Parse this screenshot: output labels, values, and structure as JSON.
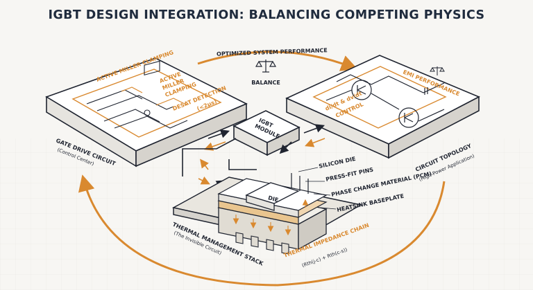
{
  "title": "IGBT DESIGN INTEGRATION: BALANCING COMPETING PHYSICS",
  "top_arc": {
    "label": "OPTIMIZED SYSTEM PERFORMANCE",
    "balance": "BALANCE"
  },
  "gate_drive": {
    "panel_top_label": "ACTIVE MILLER CLAMPING",
    "inner_label_line1": "ACTIVE",
    "inner_label_line2": "MILLER",
    "inner_label_line3": "CLAMPING",
    "desat_line1": "DESAT DETECTION",
    "desat_line2": "(<2µs)",
    "caption": "GATE DRIVE CIRCUIT",
    "subcaption": "(Control Center)"
  },
  "module": {
    "line1": "IGBT",
    "line2": "MODULE"
  },
  "circuit_topology": {
    "panel_top_label": "EMI PERFORMANCE",
    "control_line1": "di/dt & dv/dt",
    "control_line2": "CONTROL",
    "caption": "CIRCUIT TOPOLOGY",
    "subcaption": "(High-Power Application)"
  },
  "thermal_stack": {
    "die_label": "DIE",
    "layers": [
      "SILICON DIE",
      "PRESS-FIT PINS",
      "PHASE CHANGE MATERIAL (PCM)",
      "HEATSINK BASEPLATE"
    ],
    "caption": "THERMAL MANAGEMENT STACK",
    "subcaption": "(The Invisible Circuit)",
    "chain_label": "THERMAL IMPEDANCE CHAIN",
    "chain_formula": "(Rth(j-c) + Rth(c-s))"
  },
  "colors": {
    "accent": "#d9892f",
    "ink": "#1f2430",
    "title": "#1f2b3d",
    "background": "#f7f6f3"
  },
  "icons": [
    "balance-scale-icon",
    "balance-scale-icon-small"
  ]
}
